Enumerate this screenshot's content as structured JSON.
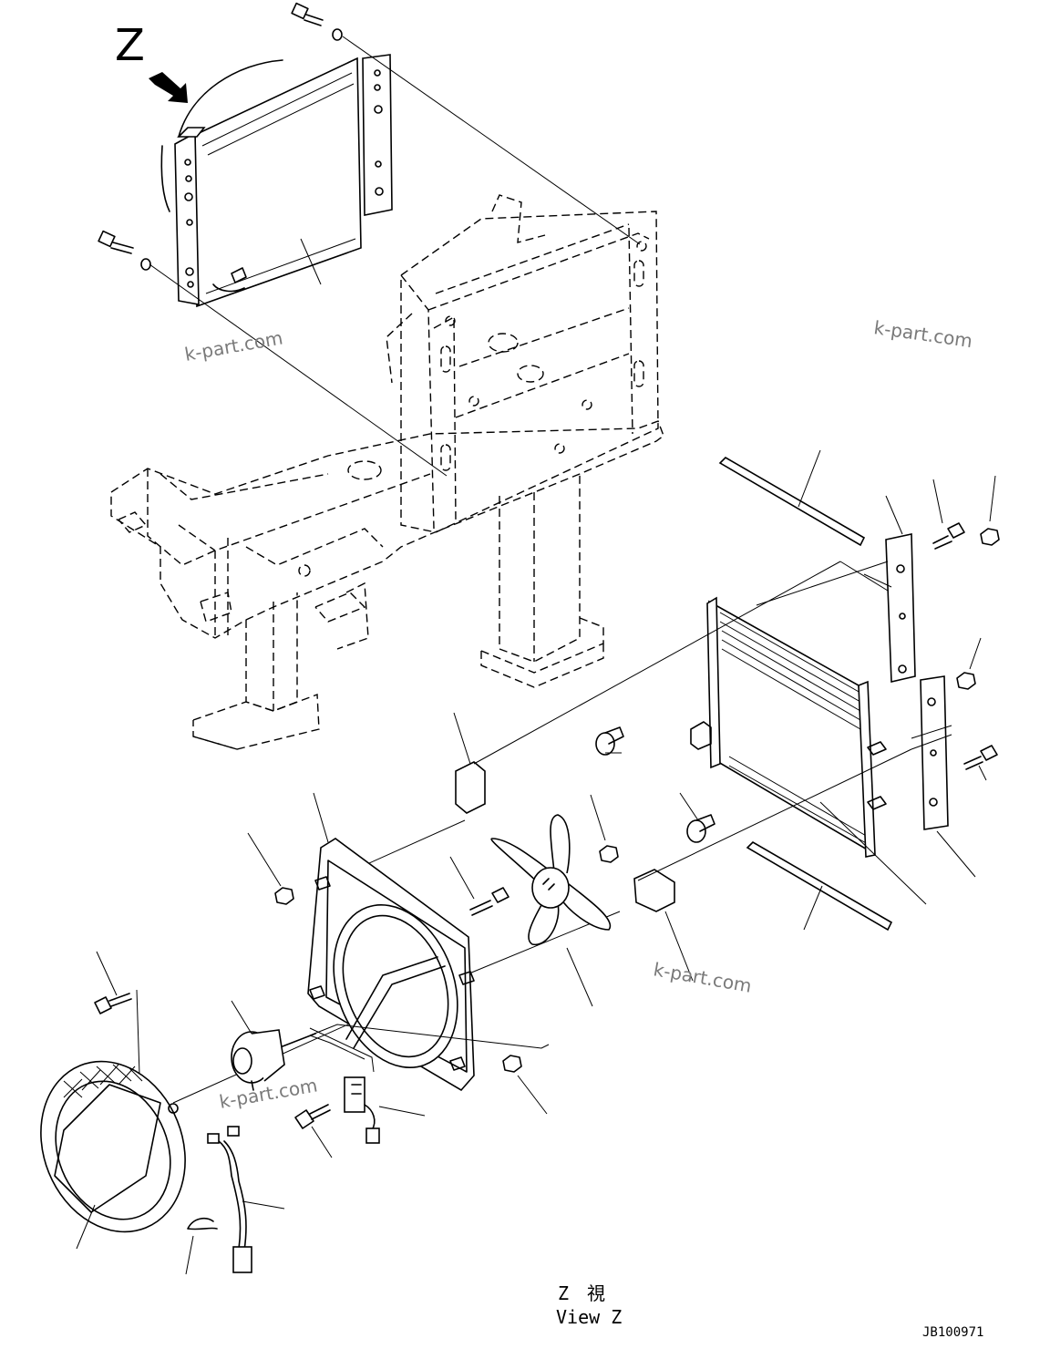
{
  "view_marker": "Z",
  "view_caption_jp": "Z　視",
  "view_caption_en": "View Z",
  "drawing_code": "JB100971",
  "watermarks": [
    "k-part.com",
    "k-part.com",
    "k-part.com",
    "k-part.com"
  ]
}
